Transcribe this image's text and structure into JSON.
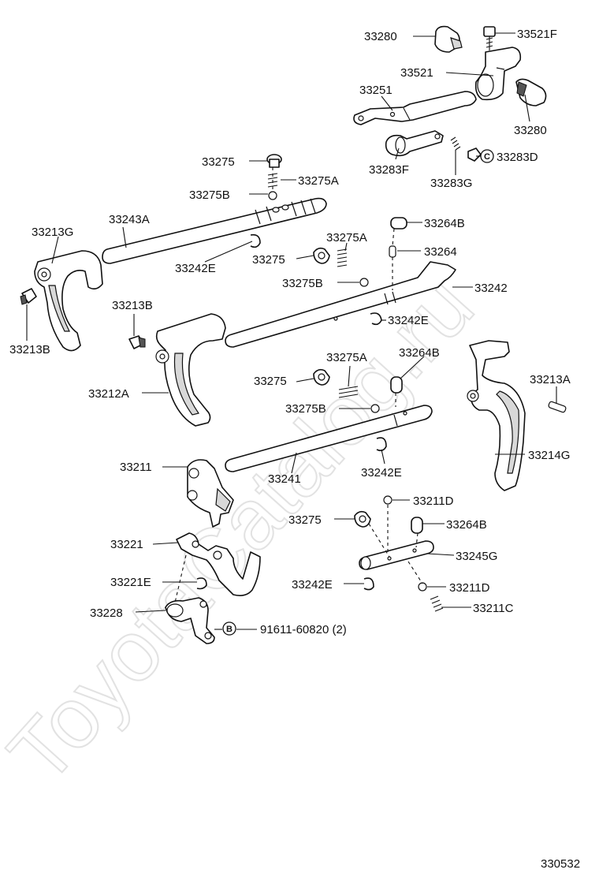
{
  "watermark": "ToyotaCatalog.ru",
  "diagram_id": "330532",
  "badges": {
    "c": "C",
    "b": "B"
  },
  "labels": {
    "l33280_top": "33280",
    "l33521F": "33521F",
    "l33521": "33521",
    "l33251": "33251",
    "l33280_right": "33280",
    "l33283F": "33283F",
    "l33283G": "33283G",
    "l33283D": "33283D",
    "l33275_top": "33275",
    "l33275A_top": "33275A",
    "l33275B_top": "33275B",
    "l33243A": "33243A",
    "l33213G": "33213G",
    "l33242E_1": "33242E",
    "l33264B_1": "33264B",
    "l33275A_mid": "33275A",
    "l33264_mid": "33264",
    "l33275_mid": "33275",
    "l33275B_mid": "33275B",
    "l33242": "33242",
    "l33213B_left": "33213B",
    "l33213B_mid": "33213B",
    "l33242E_2": "33242E",
    "l33212A": "33212A",
    "l33275A_low": "33275A",
    "l33264B_2": "33264B",
    "l33275_low": "33275",
    "l33275B_low": "33275B",
    "l33213A": "33213A",
    "l33214G": "33214G",
    "l33211": "33211",
    "l33241": "33241",
    "l33242E_3": "33242E",
    "l33211D_1": "33211D",
    "l33275_bot": "33275",
    "l33264B_3": "33264B",
    "l33221": "33221",
    "l33245G": "33245G",
    "l33221E": "33221E",
    "l33242E_4": "33242E",
    "l33211D_2": "33211D",
    "l33228": "33228",
    "l33211C": "33211C",
    "l91611": "91611-60820 (2)"
  }
}
